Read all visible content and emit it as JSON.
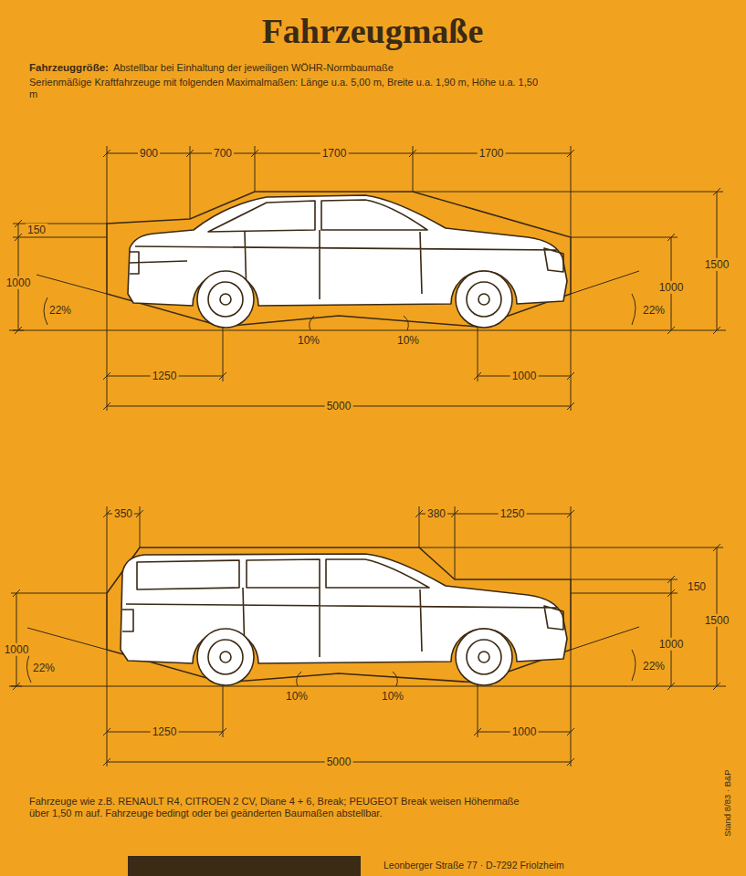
{
  "diagram": {
    "title": "Fahrzeugmaße",
    "labels": [
      "Fahrzeuggröße:",
      "Abstellbar bei Einhaltung der jeweiligen WÖHR-Normbaumaße",
      "Serienmäßige Kraftfahrzeuge mit folgenden Maximalmaßen: Länge u.a. 5,00 m, Breite u.a. 1,90 m, Höhe u.a. 1,50 m",
      "900",
      "700",
      "1700",
      "1700",
      "150",
      "1000",
      "22%",
      "1500",
      "1000",
      "22%",
      "10%",
      "10%",
      "1250",
      "1000",
      "5000",
      "350",
      "380",
      "1250",
      "150",
      "1500",
      "1000",
      "22%",
      "1000",
      "22%",
      "10%",
      "10%",
      "1250",
      "1000",
      "5000",
      "Fahrzeuge wie z.B. RENAULT R4, CITROEN 2 CV, Diane 4 + 6, Break; PEUGEOT Break weisen Höhenmaße über 1,50 m auf. Fahrzeuge bedingt oder bei geänderten Baumaßen abstellbar.",
      "Leonberger Straße 77 · D-7292 Friolzheim",
      "Stand 8/83 · B&P"
    ]
  }
}
